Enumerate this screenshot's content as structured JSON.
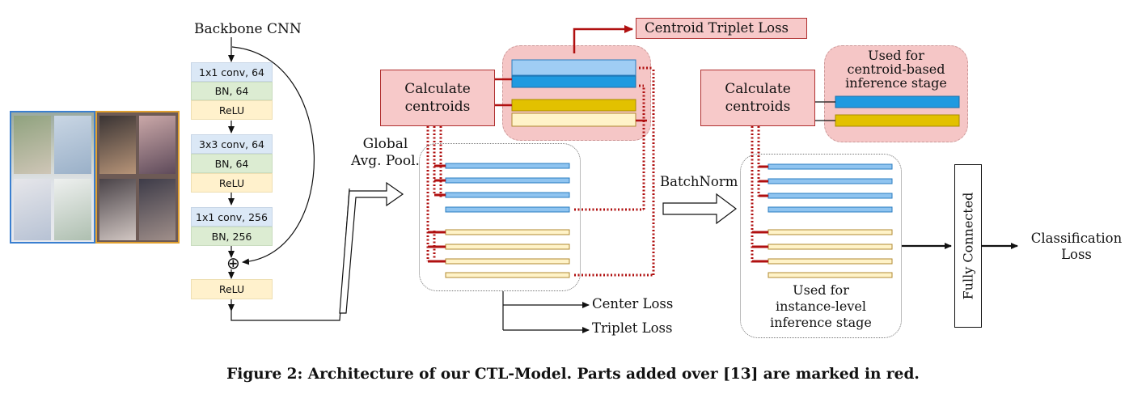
{
  "labels": {
    "backbone": "Backbone CNN",
    "gap": [
      "Global",
      "Avg. Pool."
    ],
    "centroid_triplet_loss": "Centroid Triplet Loss",
    "calc_centroids": [
      "Calculate",
      "centroids"
    ],
    "calc_centroids_2": [
      "Calculate",
      "centroids"
    ],
    "centroid_stage": [
      "Used for",
      "centroid-based",
      "inference stage"
    ],
    "batchnorm": "BatchNorm",
    "center_loss": "Center Loss",
    "triplet_loss": "Triplet Loss",
    "instance_stage": [
      "Used for",
      "instance-level",
      "inference stage"
    ],
    "fully_connected": "Fully Connected",
    "classification_loss": [
      "Classification",
      "Loss"
    ]
  },
  "backbone_blocks": [
    {
      "text": "1x1 conv, 64",
      "kind": "conv"
    },
    {
      "text": "BN, 64",
      "kind": "bn"
    },
    {
      "text": "ReLU",
      "kind": "relu"
    },
    {
      "text": "3x3 conv, 64",
      "kind": "conv"
    },
    {
      "text": "BN, 64",
      "kind": "bn"
    },
    {
      "text": "ReLU",
      "kind": "relu"
    },
    {
      "text": "1x1 conv, 256",
      "kind": "conv"
    },
    {
      "text": "BN, 256",
      "kind": "bn"
    },
    {
      "text": "ReLU",
      "kind": "relu"
    }
  ],
  "add_symbol": "⊕",
  "caption": "Figure 2: Architecture of our CTL-Model. Parts added over [13] are marked in red.",
  "colors": {
    "red": "#b01010",
    "blue": "#1f9ae0",
    "light_blue": "#8fc4f0",
    "yellow": "#e2c100",
    "light_yellow": "#fff3c8",
    "pink": "#f5c6c6",
    "group_blue": "#3a7fd0",
    "group_orange": "#e0a030"
  }
}
